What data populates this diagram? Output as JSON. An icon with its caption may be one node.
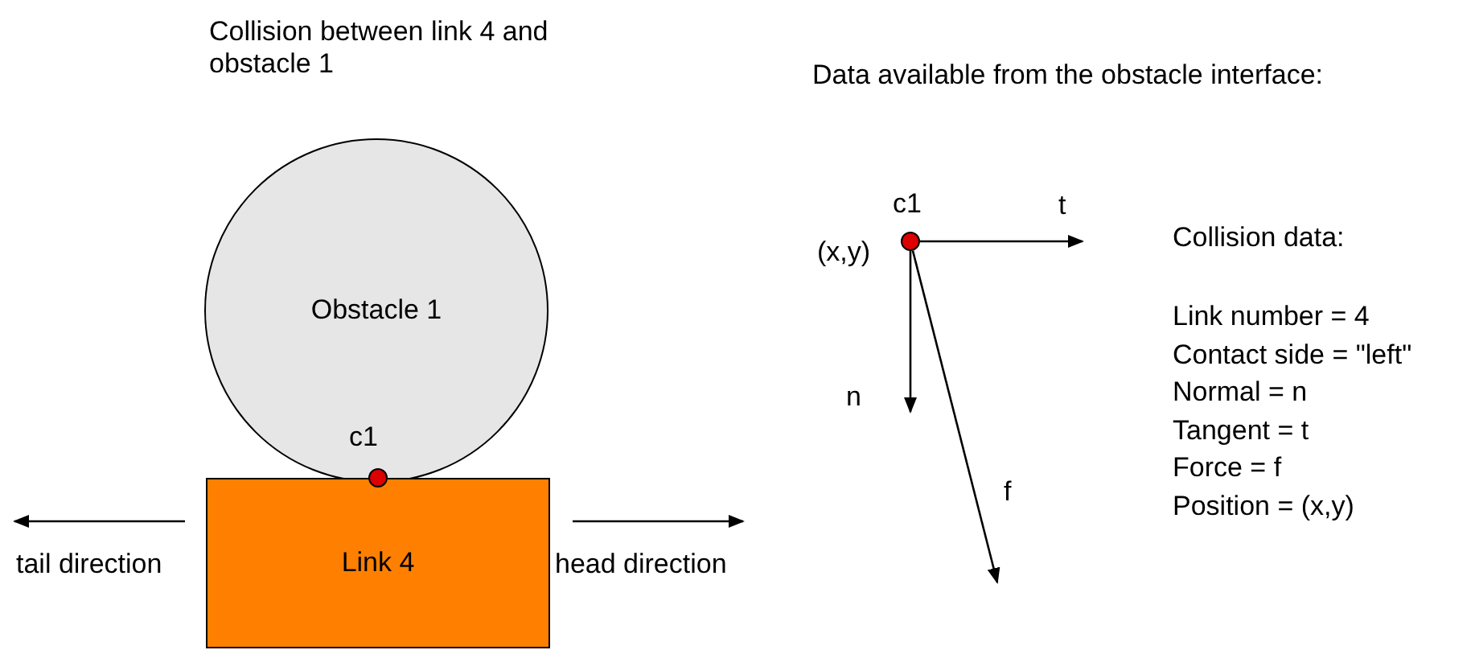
{
  "diagram": {
    "nodes": [
      {
        "text": [
          "Obstacle 1"
        ]
      },
      {
        "text": [
          "Link 4"
        ]
      },
      {
        "text": [],
        "shape": "circle"
      },
      {
        "text": [],
        "shape": "circle",
        "beside": [
          "c1",
          "(x,y)"
        ]
      }
    ],
    "edges": [
      {
        "from": 3,
        "to": null,
        "arrow": "to",
        "label": "t"
      },
      {
        "from": 3,
        "to": null,
        "arrow": "to",
        "label": "n"
      },
      {
        "from": 3,
        "to": null,
        "arrow": "to",
        "label": "f"
      }
    ],
    "labels": [
      "Collision between link 4 and obstacle 1",
      "c1",
      "Data available from the obstacle interface:",
      "tail direction",
      "head direction",
      "Collision data:",
      "Link number = 4",
      "Contact side = \"left\"",
      "Normal = n",
      "Tangent = t",
      "Force = f",
      "Position = (x,y)"
    ]
  }
}
